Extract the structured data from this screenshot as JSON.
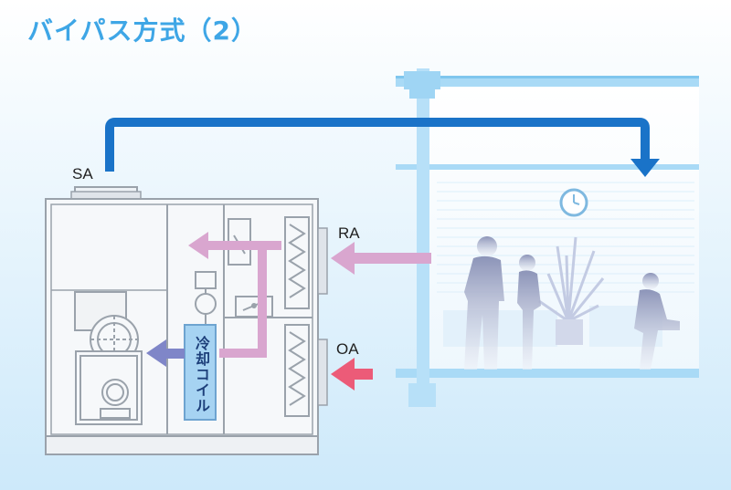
{
  "title": "バイパス方式（2）",
  "labels": {
    "sa": "SA",
    "ra": "RA",
    "oa": "OA",
    "cooling_coil": "冷却コイル"
  },
  "colors": {
    "background_top": "#ffffff",
    "background_bottom": "#cde9fa",
    "title": "#3ea6e6",
    "duct_blue": "#1a73c8",
    "return_air_pink": "#d9a6cf",
    "outside_air_red": "#ec5b78",
    "supply_arrow_blue": "#7f86c8",
    "coil_fill": "#a6d3f2",
    "window_frame": "#8ecdf0"
  }
}
